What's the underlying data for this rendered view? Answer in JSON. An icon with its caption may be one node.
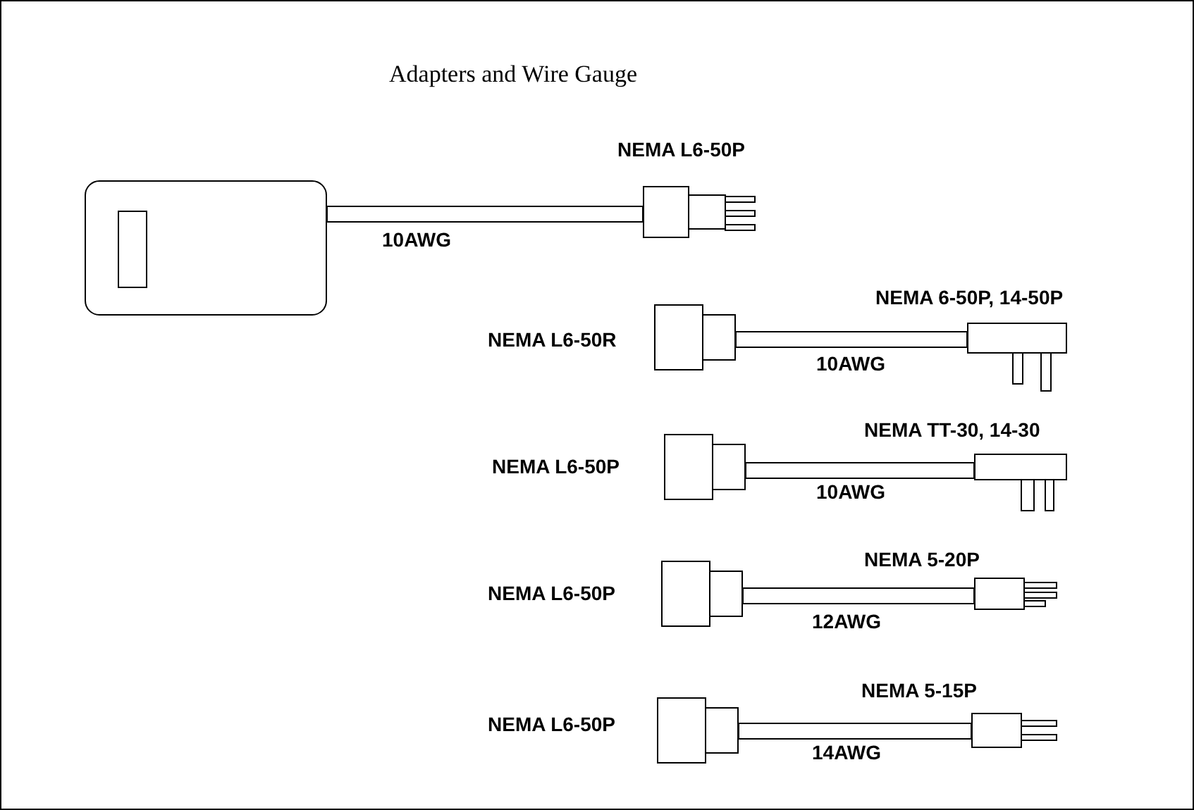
{
  "diagram": {
    "title": "Adapters and Wire Gauge",
    "nodes": [
      {
        "text": [],
        "shape": "box"
      },
      {
        "text": [
          "NEMA L6-50P"
        ]
      },
      {
        "text": [
          "NEMA L6-50R"
        ]
      },
      {
        "text": [
          "NEMA 6-50P, 14-50P"
        ]
      },
      {
        "text": [
          "NEMA L6-50P"
        ]
      },
      {
        "text": [
          "NEMA TT-30, 14-30"
        ]
      },
      {
        "text": [
          "NEMA L6-50P"
        ]
      },
      {
        "text": [
          "NEMA 5-20P"
        ]
      },
      {
        "text": [
          "NEMA L6-50P"
        ]
      },
      {
        "text": [
          "NEMA 5-15P"
        ]
      }
    ],
    "edges": [
      {
        "from": 0,
        "to": 1,
        "arrow": "none",
        "label": "10AWG"
      },
      {
        "from": 2,
        "to": 3,
        "arrow": "none",
        "label": "10AWG"
      },
      {
        "from": 4,
        "to": 5,
        "arrow": "none",
        "label": "10AWG"
      },
      {
        "from": 6,
        "to": 7,
        "arrow": "none",
        "label": "12AWG"
      },
      {
        "from": 8,
        "to": 9,
        "arrow": "none",
        "label": "14AWG"
      }
    ]
  }
}
